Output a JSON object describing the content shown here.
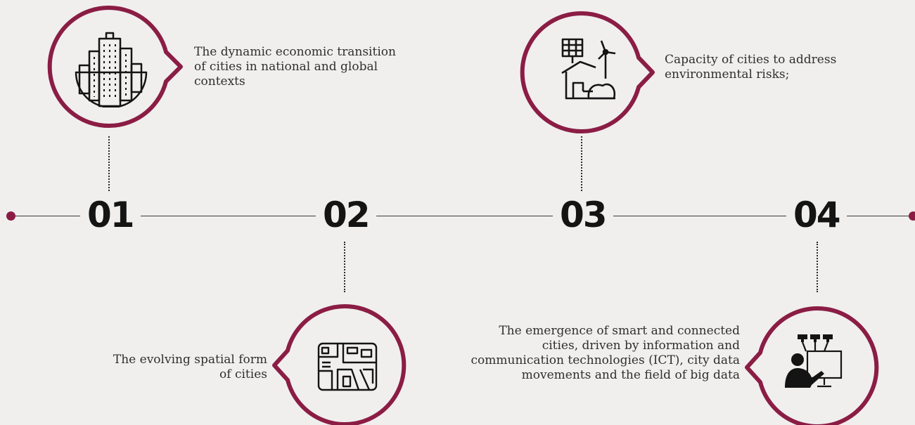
{
  "colors": {
    "accent": "#8b1d45",
    "ink": "#141414",
    "text": "#2f2f2f",
    "background": "#f0efee"
  },
  "steps": [
    {
      "number": "01",
      "icon": "city-skyline-icon",
      "text": "The dynamic economic transition of cities in national and global contexts"
    },
    {
      "number": "02",
      "icon": "city-map-icon",
      "text": "The evolving spatial form of cities"
    },
    {
      "number": "03",
      "icon": "solar-house-wind-turbine-icon",
      "text": "Capacity of cities to address environmental risks;"
    },
    {
      "number": "04",
      "icon": "presenter-screen-network-icon",
      "text": "The emergence of smart and connected cities, driven by information and communication technologies (ICT), city data movements and the field of big data"
    }
  ]
}
